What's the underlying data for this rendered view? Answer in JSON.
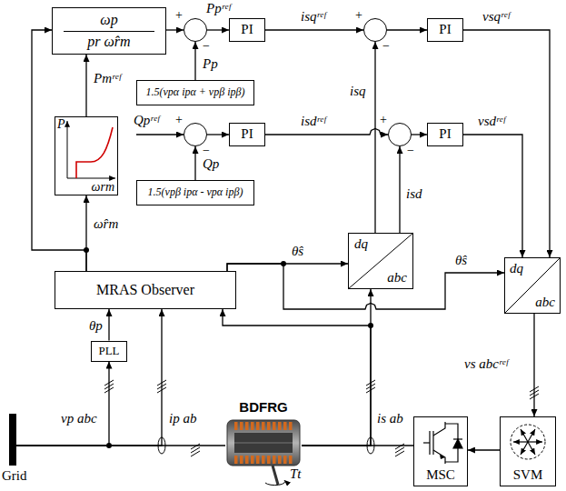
{
  "diagram": {
    "nodes": [
      {
        "text": [
          "ωp",
          "pr ω̂rm"
        ]
      },
      {
        "text": [
          "+",
          "−"
        ]
      },
      {
        "text": [
          "PI"
        ]
      },
      {
        "text": [
          "+",
          "−"
        ]
      },
      {
        "text": [
          "PI"
        ]
      },
      {
        "text": [
          "+",
          "−"
        ]
      },
      {
        "text": [
          "PI"
        ]
      },
      {
        "text": [
          "+",
          "−"
        ]
      },
      {
        "text": [
          "PI"
        ]
      },
      {
        "text": [
          "1.5(vpα ipα + vpβ ipβ)"
        ]
      },
      {
        "text": [
          "1.5(vpβ ipα - vpα ipβ)"
        ]
      },
      {
        "text": [
          "P",
          "ωrm"
        ]
      },
      {
        "text": [
          "dq",
          "abc"
        ]
      },
      {
        "text": [
          "dq",
          "abc"
        ]
      },
      {
        "text": [
          "MRAS Observer"
        ]
      },
      {
        "text": [
          "PLL"
        ]
      },
      {
        "text": [
          "MSC"
        ]
      },
      {
        "text": [
          "SVM"
        ]
      },
      {
        "text": [
          "BDFRG"
        ]
      },
      {
        "text": [
          "Grid"
        ]
      }
    ],
    "edges": [
      {
        "from": 0,
        "to": 1,
        "arrow": "to",
        "label": "Ppʳᵉᶠ"
      },
      {
        "from": 1,
        "to": 2,
        "arrow": "to"
      },
      {
        "from": 2,
        "to": 3,
        "arrow": "to",
        "label": "isqʳᵉᶠ"
      },
      {
        "from": 3,
        "to": 4,
        "arrow": "to"
      },
      {
        "from": 4,
        "to": 13,
        "arrow": "to",
        "label": "vsqʳᵉᶠ"
      },
      {
        "from": 9,
        "to": 1,
        "arrow": "to",
        "label": "Pp"
      },
      {
        "from": 5,
        "to": 6,
        "arrow": "to"
      },
      {
        "from": 6,
        "to": 7,
        "arrow": "to",
        "label": "isdʳᵉᶠ"
      },
      {
        "from": 7,
        "to": 8,
        "arrow": "to"
      },
      {
        "from": 8,
        "to": 13,
        "arrow": "to",
        "label": "vsdʳᵉᶠ"
      },
      {
        "from": 10,
        "to": 5,
        "arrow": "to",
        "label": "Qp"
      },
      {
        "from": 11,
        "to": 0,
        "arrow": "to",
        "label": "Pmʳᵉᶠ"
      },
      {
        "from": 14,
        "to": 11,
        "arrow": "to",
        "label": "ω̂rm"
      },
      {
        "from": 14,
        "to": 0,
        "arrow": "to"
      },
      {
        "from": 14,
        "to": 12,
        "arrow": "to",
        "label": "θ̂s"
      },
      {
        "from": 14,
        "to": 13,
        "arrow": "to",
        "label": "θ̂s"
      },
      {
        "from": 12,
        "to": 3,
        "arrow": "to",
        "label": "isq"
      },
      {
        "from": 12,
        "to": 7,
        "arrow": "to",
        "label": "isd"
      },
      {
        "from": 13,
        "to": 17,
        "arrow": "to",
        "label": "vs abcʳᵉᶠ"
      },
      {
        "from": 17,
        "to": 16,
        "arrow": "to"
      },
      {
        "from": 16,
        "to": 18,
        "arrow": "none"
      },
      {
        "from": 19,
        "to": 18,
        "arrow": "none"
      },
      {
        "from": 19,
        "to": 15,
        "arrow": "to",
        "label": "vp abc"
      },
      {
        "from": 19,
        "to": 14,
        "arrow": "to",
        "label": "ip ab"
      },
      {
        "from": 15,
        "to": 14,
        "arrow": "to",
        "label": "θp"
      },
      {
        "from": 18,
        "to": 12,
        "arrow": "to",
        "label": "is ab"
      },
      {
        "from": 18,
        "to": 14,
        "arrow": "to"
      }
    ],
    "labels": [
      "Qpʳᵉᶠ",
      "Tt"
    ]
  }
}
